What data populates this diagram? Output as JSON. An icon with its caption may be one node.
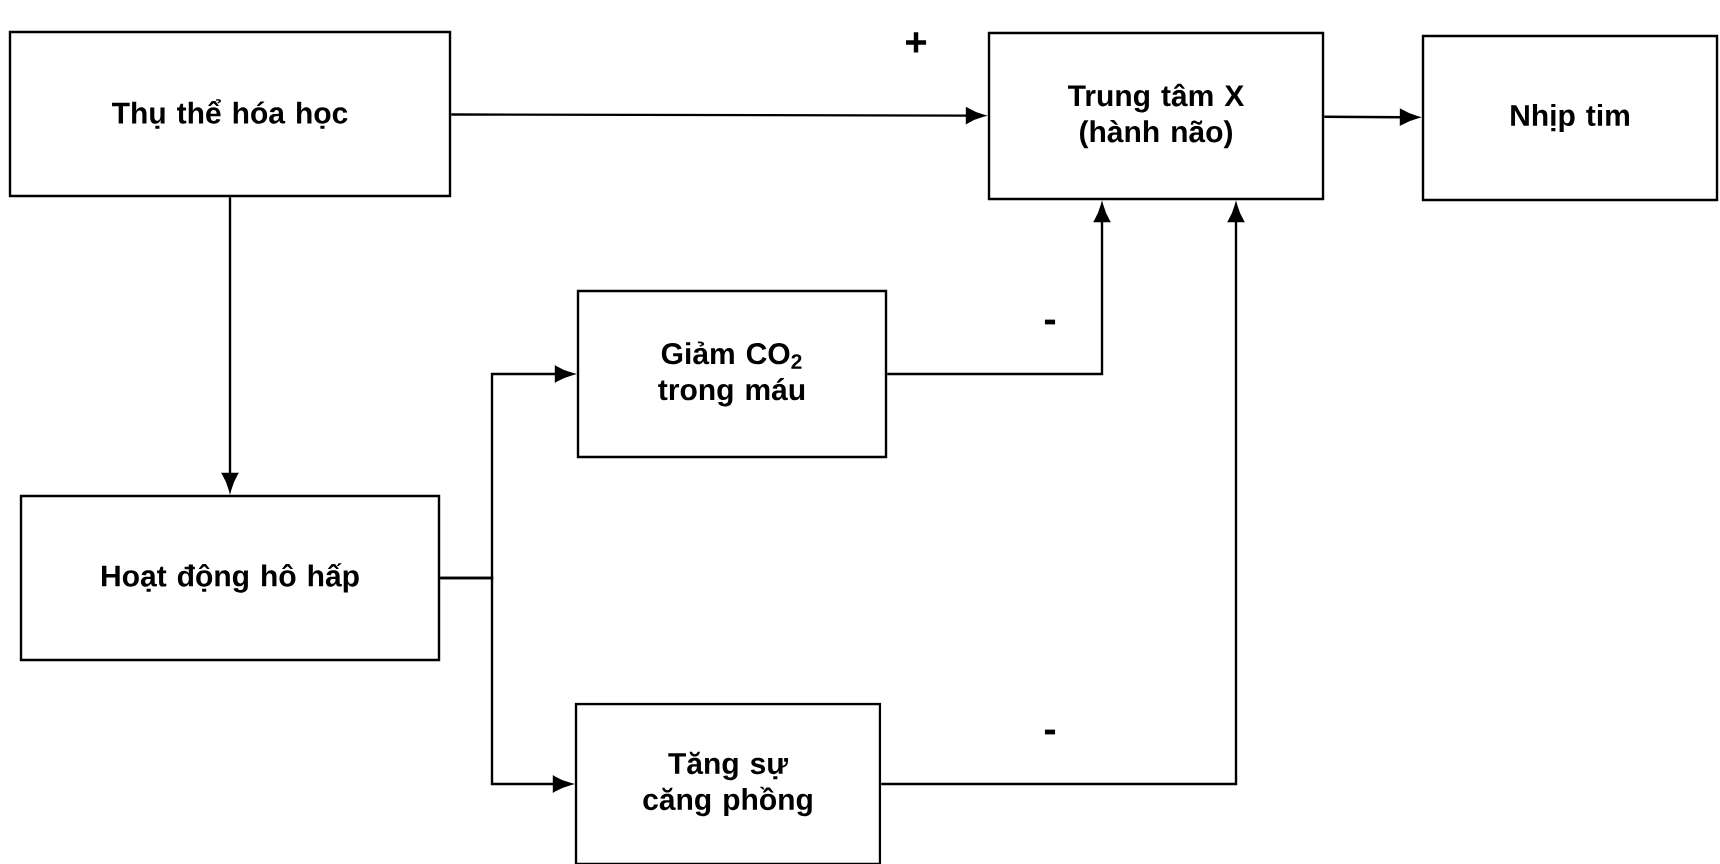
{
  "diagram": {
    "nodes": [
      {
        "text": [
          "Thụ thể hóa học"
        ]
      },
      {
        "text": [
          "Trung tâm X (hành não)"
        ]
      },
      {
        "text": [
          "Nhịp tim"
        ]
      },
      {
        "text": [
          "Hoạt động hô hấp"
        ]
      },
      {
        "text": [
          "Giảm CO$_{2}$ trong máu"
        ]
      },
      {
        "text": [
          "Tăng sự căng phồng"
        ]
      }
    ],
    "edges": [
      {
        "from": 0,
        "to": 1,
        "arrow": "to",
        "label": "+"
      },
      {
        "from": 1,
        "to": 2,
        "arrow": "to"
      },
      {
        "from": 0,
        "to": 3,
        "arrow": "to"
      },
      {
        "from": 3,
        "to": 4,
        "arrow": "to"
      },
      {
        "from": 3,
        "to": 5,
        "arrow": "to"
      },
      {
        "from": 4,
        "to": 1,
        "arrow": "to",
        "label": "-"
      },
      {
        "from": 5,
        "to": 1,
        "arrow": "to",
        "label": "-"
      }
    ]
  }
}
